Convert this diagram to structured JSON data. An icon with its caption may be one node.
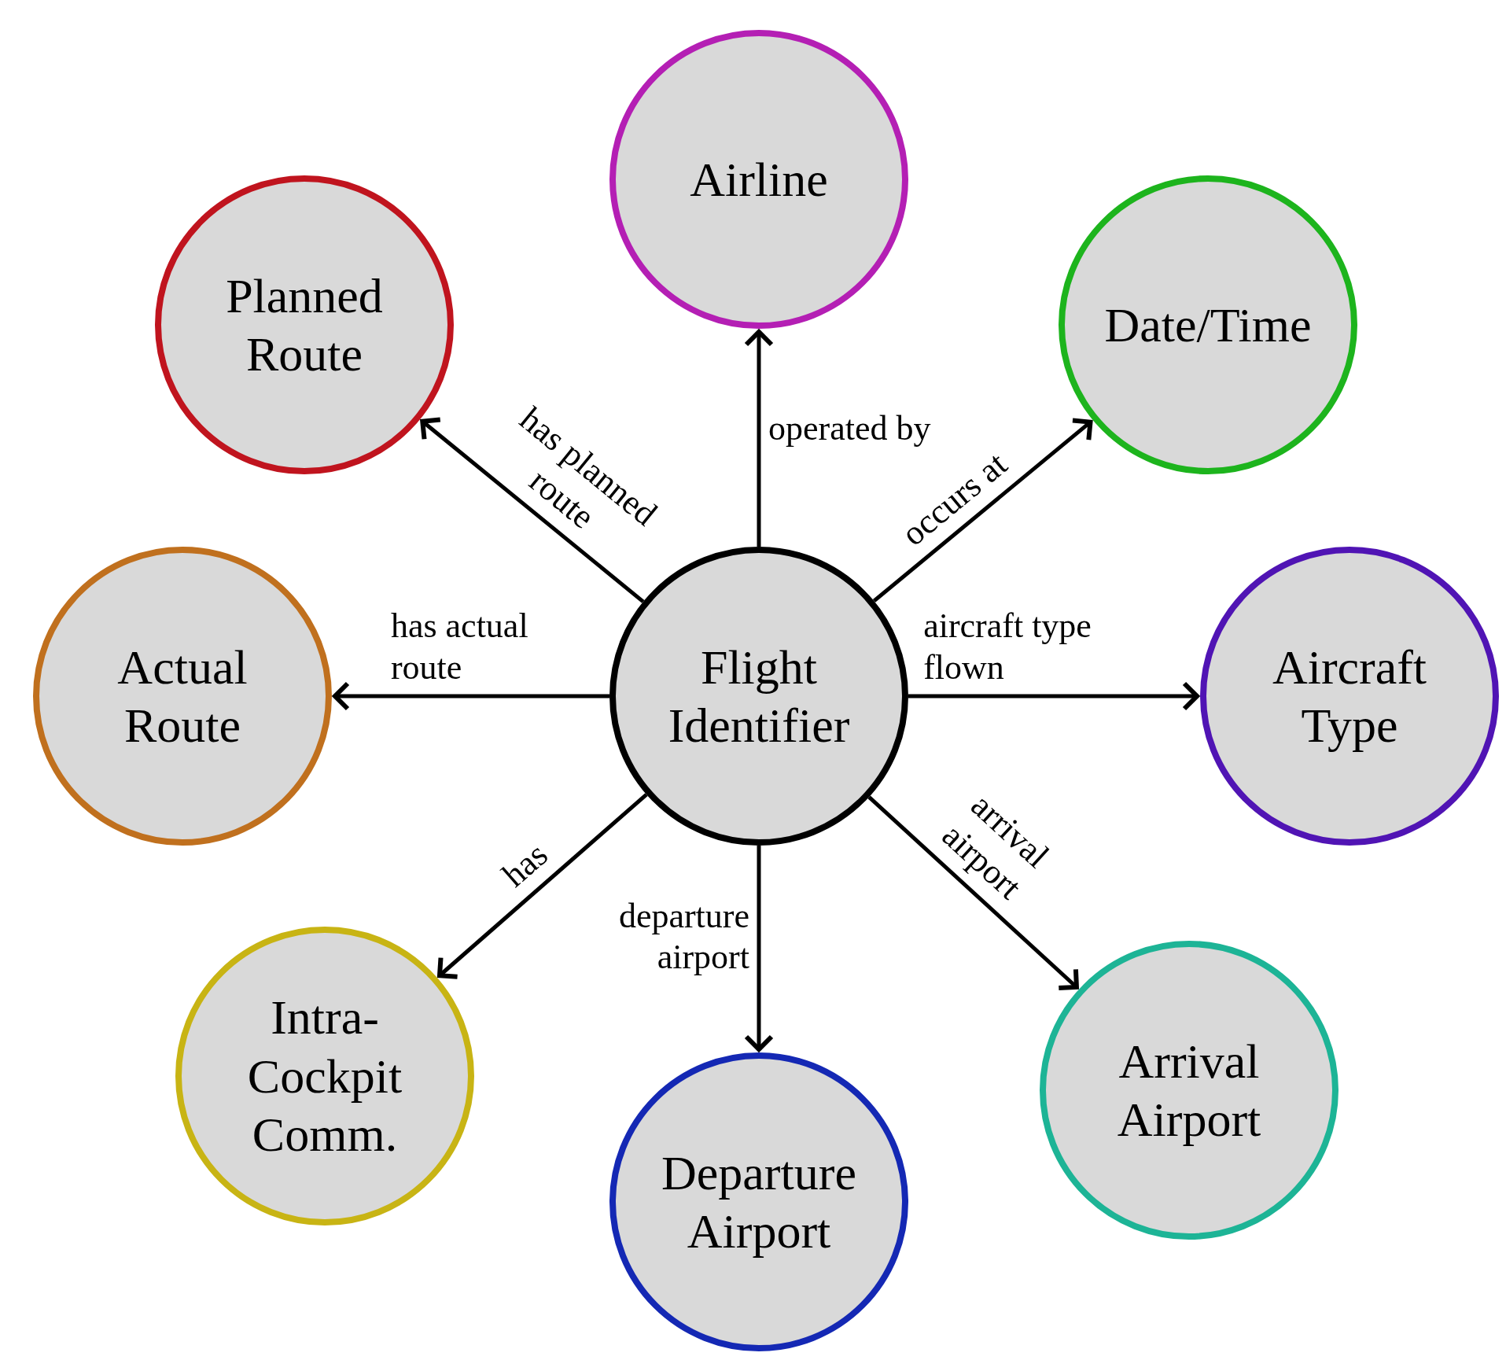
{
  "diagram": {
    "nodes": [
      {
        "text": [
          "Airline"
        ]
      },
      {
        "text": [
          "Planned Route"
        ]
      },
      {
        "text": [
          "Date/Time"
        ]
      },
      {
        "text": [
          "Actual Route"
        ]
      },
      {
        "text": [
          "Flight Identifier"
        ]
      },
      {
        "text": [
          "Aircraft Type"
        ]
      },
      {
        "text": [
          "Intra-Cockpit Comm."
        ]
      },
      {
        "text": [
          "Arrival Airport"
        ]
      },
      {
        "text": [
          "Departure Airport"
        ]
      }
    ],
    "edges": [
      {
        "from": 4,
        "to": 0,
        "arrow": "to",
        "label": "operated by"
      },
      {
        "from": 4,
        "to": 1,
        "arrow": "to",
        "label": "has planned route"
      },
      {
        "from": 4,
        "to": 2,
        "arrow": "to",
        "label": "occurs at"
      },
      {
        "from": 4,
        "to": 3,
        "arrow": "to",
        "label": "has actual route"
      },
      {
        "from": 4,
        "to": 5,
        "arrow": "to",
        "label": "aircraft type flown"
      },
      {
        "from": 4,
        "to": 6,
        "arrow": "to",
        "label": "has"
      },
      {
        "from": 4,
        "to": 8,
        "arrow": "to",
        "label": "departure airport"
      },
      {
        "from": 4,
        "to": 7,
        "arrow": "to",
        "label": "arrival airport"
      }
    ]
  }
}
